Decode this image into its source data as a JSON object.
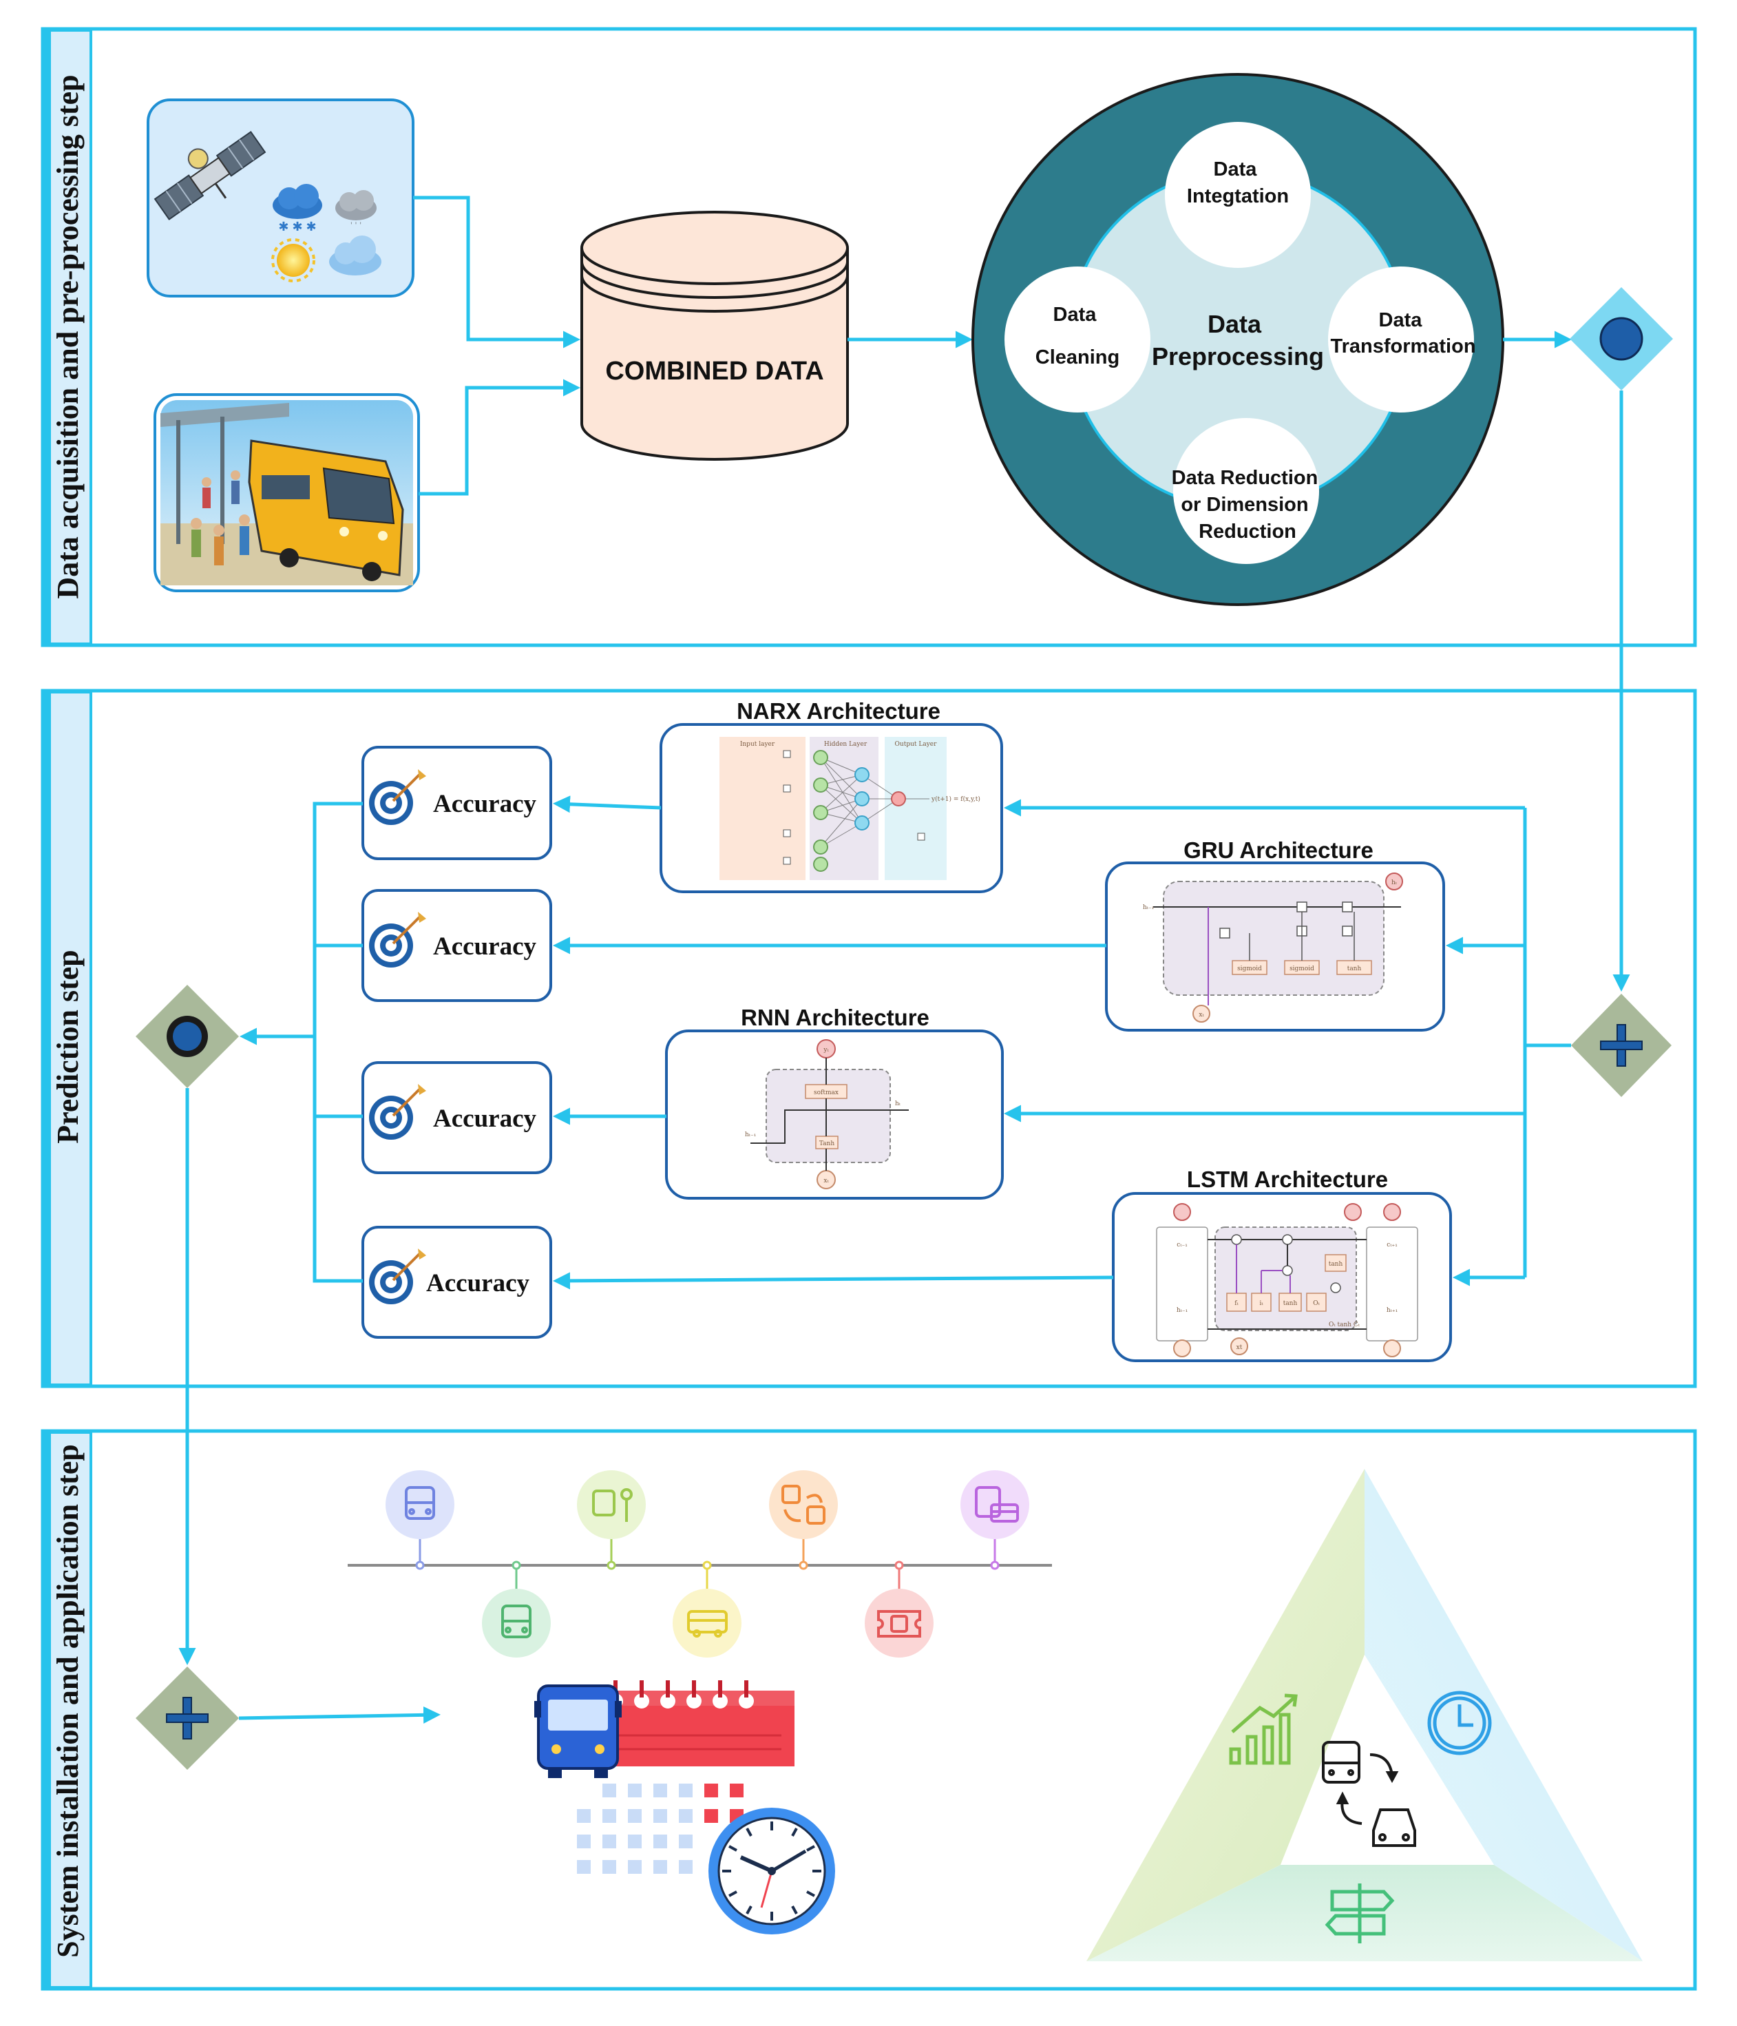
{
  "sections": {
    "acquisition": "Data acquisition and pre-processing step",
    "prediction": "Prediction step",
    "system": "System installation and application step"
  },
  "combined_data": "COMBINED DATA",
  "preprocessing": {
    "center_line1": "Data",
    "center_line2": "Preprocessing",
    "integration_line1": "Data",
    "integration_line2": "Integtation",
    "cleaning_line1": "Data",
    "cleaning_line2": "Cleaning",
    "transformation_line1": "Data",
    "transformation_line2": "Transformation",
    "reduction_line1": "Data Reduction",
    "reduction_line2": "or Dimension",
    "reduction_line3": "Reduction"
  },
  "models": {
    "narx": "NARX Architecture",
    "gru": "GRU Architecture",
    "rnn": "RNN Architecture",
    "lstm": "LSTM Architecture"
  },
  "accuracy": [
    "Accuracy",
    "Accuracy",
    "Accuracy",
    "Accuracy"
  ],
  "narx_labels": {
    "input_layer": "Input layer",
    "hidden_layer": "Hidden Layer",
    "output_layer": "Output Layer",
    "output_expr": "y(t+1) = f(x,y,t)"
  },
  "gru_labels": {
    "ht_prev": "hₜ₋₁",
    "ht": "hₜ",
    "xt": "xₜ",
    "sigmoid1": "sigmoid",
    "sigmoid2": "sigmoid",
    "tanh": "tanh"
  },
  "rnn_labels": {
    "yt": "yₜ",
    "softmax": "softmax",
    "tanh": "Tanh",
    "ht_prev": "hₜ₋₁",
    "ht": "hₜ",
    "xt": "xₜ"
  },
  "lstm_labels": {
    "ct_prev": "cₜ₋₁",
    "ht_prev": "hₜ₋₁",
    "ct_next": "cₜ₊₁",
    "ht_next": "hₜ₊₁",
    "tanh": "tanh",
    "ot_tanh": "Oₜ tanh Cₜ",
    "xt": "xt",
    "gates": [
      "fₜ",
      "iₜ",
      "tanh",
      "Oₜ"
    ]
  },
  "colors": {
    "accent": "#27c3ec",
    "dark_teal": "#2d7c8c",
    "light_teal": "#cfe7ec",
    "cylinder": "#fde6d8",
    "gateway": "#a9b99a",
    "gateway_icon": "#1e5ea8"
  },
  "icons": {
    "timeline": [
      "bus-icon",
      "bus-stop-icon",
      "bus-transfer-icon",
      "bus-card-icon",
      "bus-icon",
      "school-bus-icon",
      "ticket-icon"
    ],
    "triangle": [
      "growth-chart-icon",
      "clock-icon",
      "bus-car-exchange-icon",
      "signpost-icon"
    ]
  }
}
